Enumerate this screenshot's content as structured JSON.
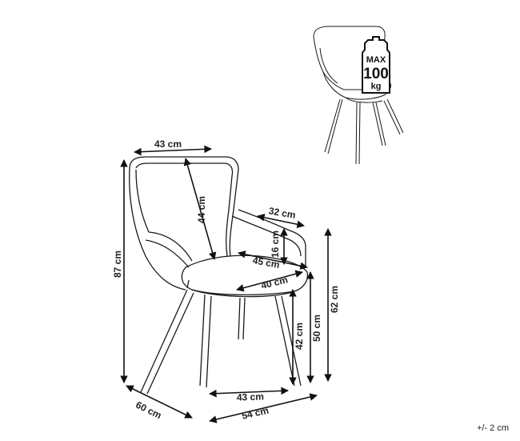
{
  "badge": {
    "line1": "MAX",
    "line2": "100",
    "line3": "kg"
  },
  "dimensions": {
    "seat_back_width": "43 cm",
    "back_height": "44 cm",
    "armrest_length": "32 cm",
    "armrest_height": "16 cm",
    "seat_depth": "45 cm",
    "seat_width": "40 cm",
    "total_height": "87 cm",
    "armrest_floor_height": "62 cm",
    "seat_height_front": "50 cm",
    "seat_height": "42 cm",
    "base_width": "43 cm",
    "total_width": "54 cm",
    "total_depth": "60 cm"
  },
  "tolerance": "+/- 2 cm"
}
